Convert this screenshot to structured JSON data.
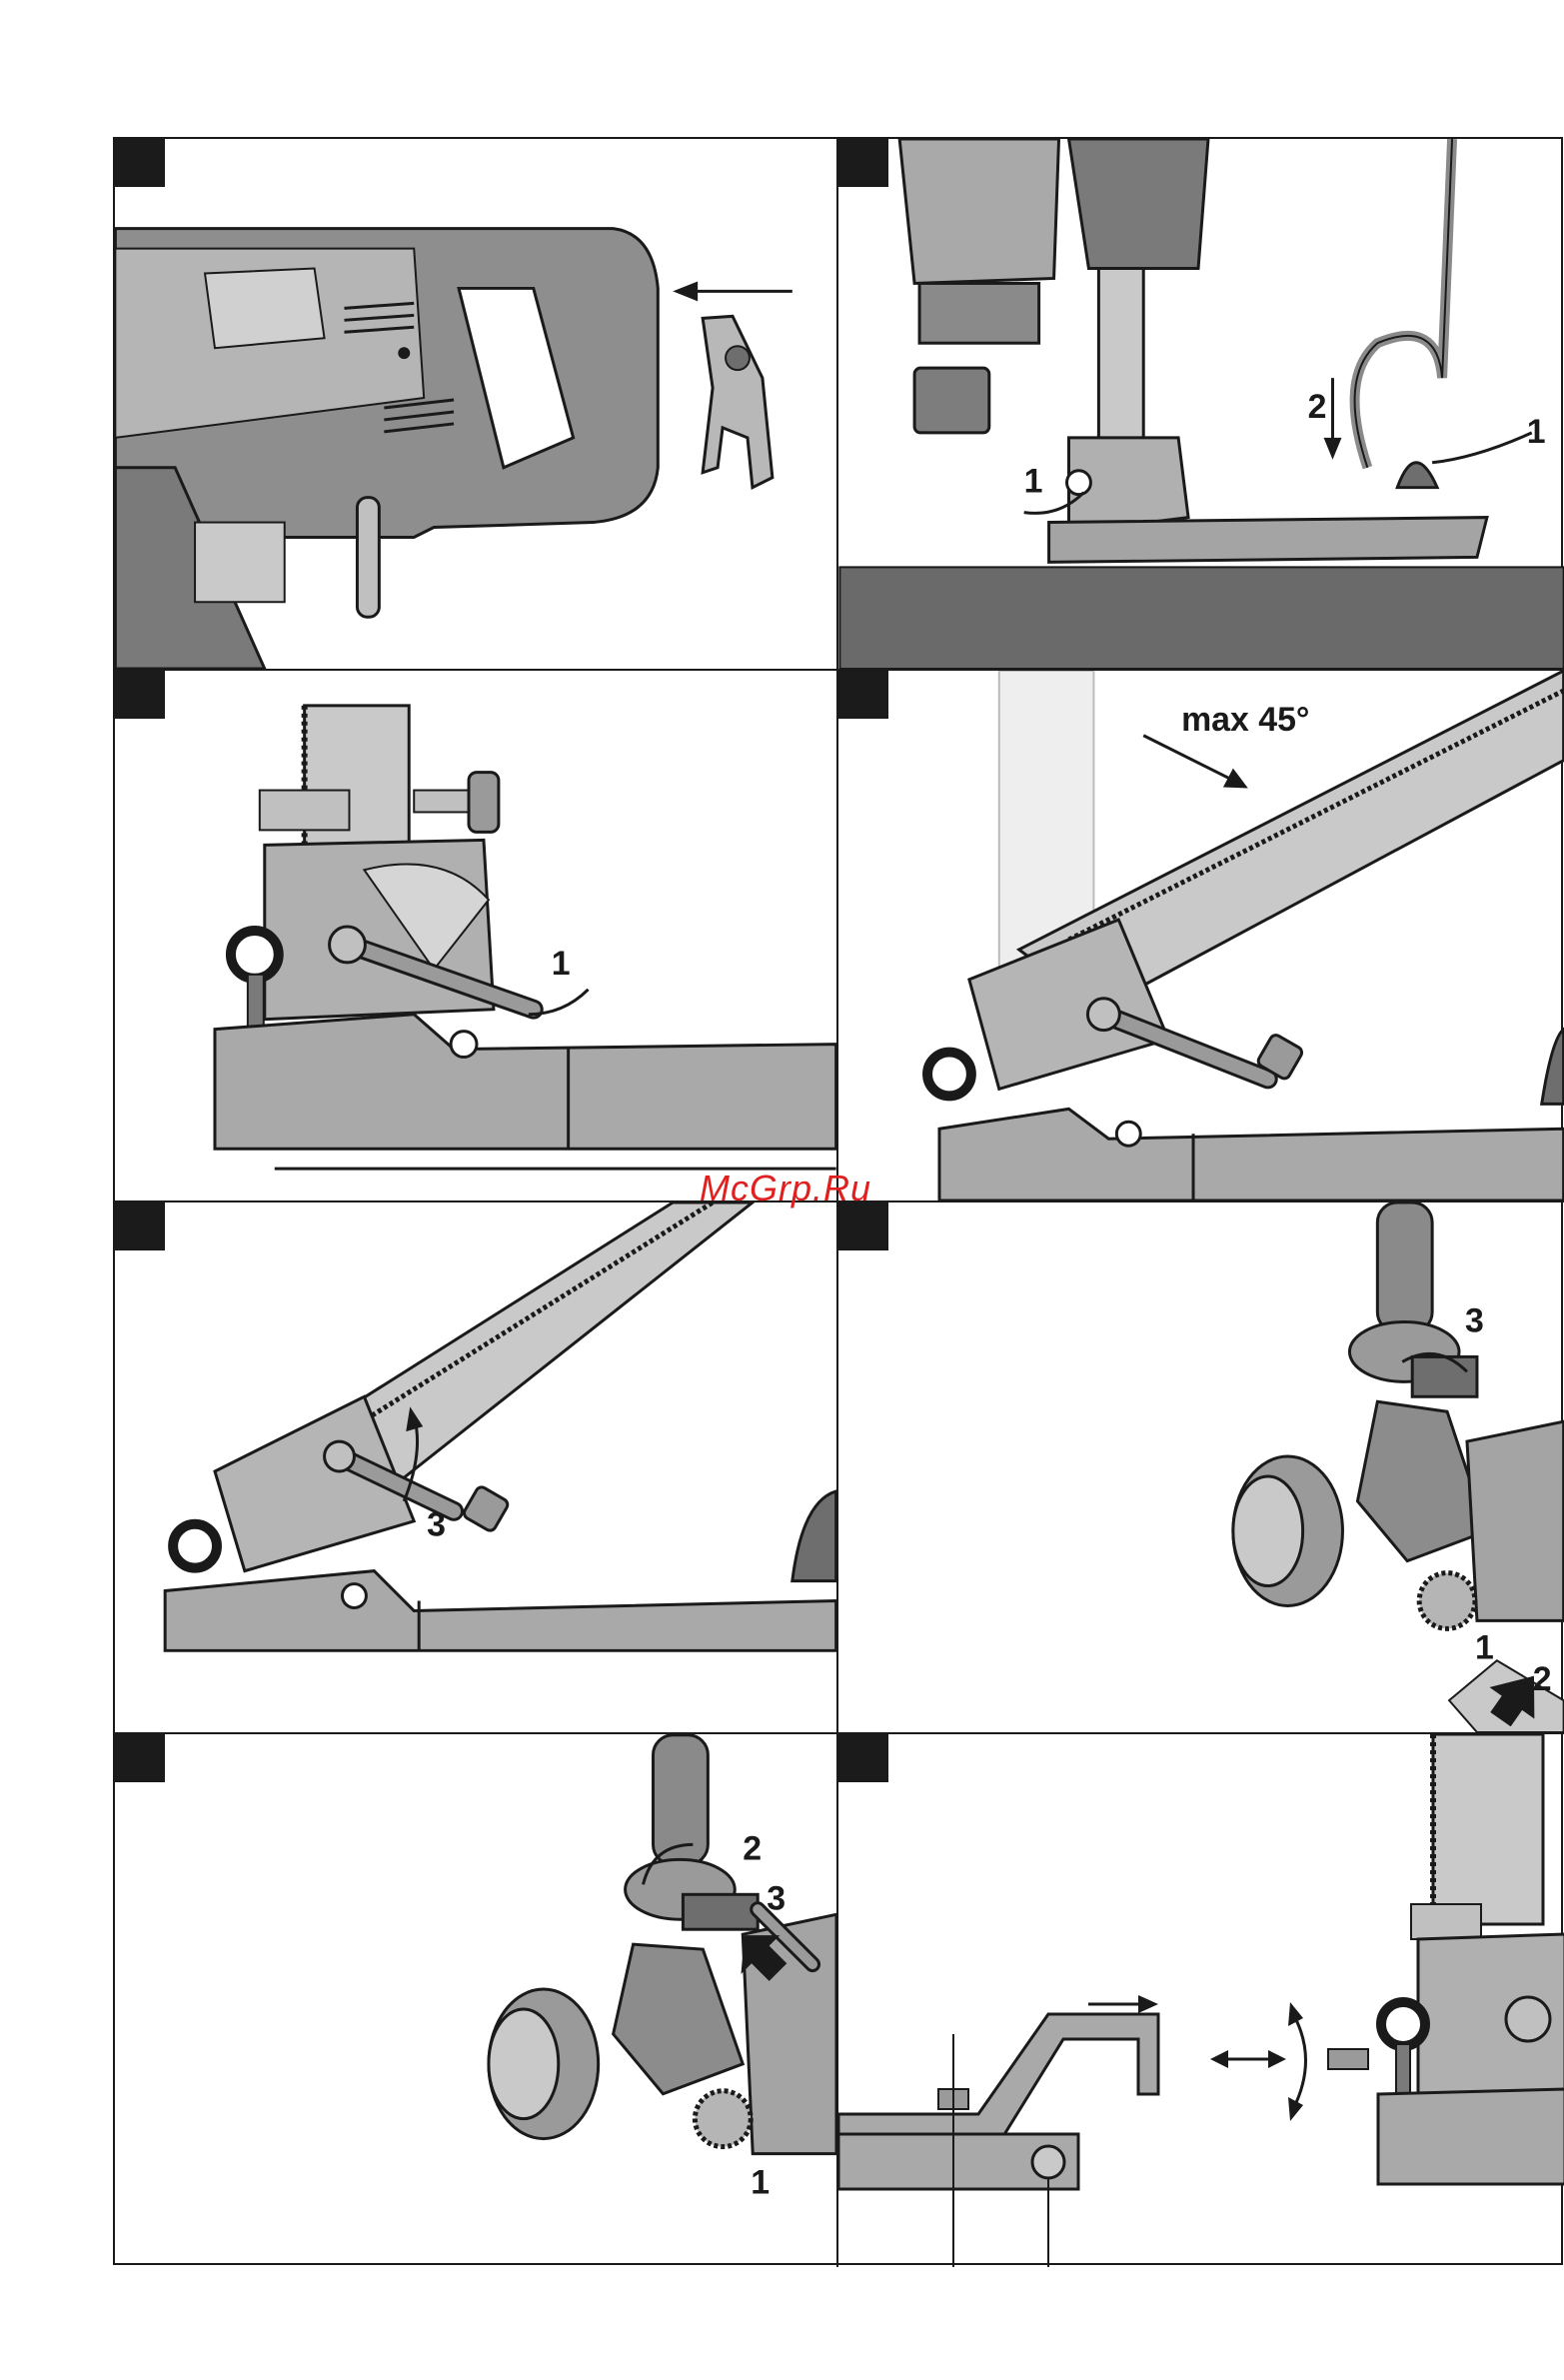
{
  "watermark": "McGrp.Ru",
  "panels": [
    {
      "id": 1,
      "labels": []
    },
    {
      "id": 2,
      "labels": [
        "1",
        "2",
        "1"
      ]
    },
    {
      "id": 3,
      "labels": [
        "1"
      ]
    },
    {
      "id": 4,
      "labels": [
        "max 45°"
      ]
    },
    {
      "id": 5,
      "labels": [
        "3"
      ]
    },
    {
      "id": 6,
      "labels": [
        "3",
        "1",
        "2"
      ]
    },
    {
      "id": 7,
      "labels": [
        "2",
        "3",
        "1"
      ]
    },
    {
      "id": 8,
      "labels": []
    }
  ],
  "colors": {
    "frame": "#1a1a1a",
    "metal": "#9a9a9a",
    "metal_dark": "#6e6e6e",
    "metal_light": "#c9c9c9",
    "floor": "#6a6a6a",
    "watermark": "#e0201e"
  }
}
